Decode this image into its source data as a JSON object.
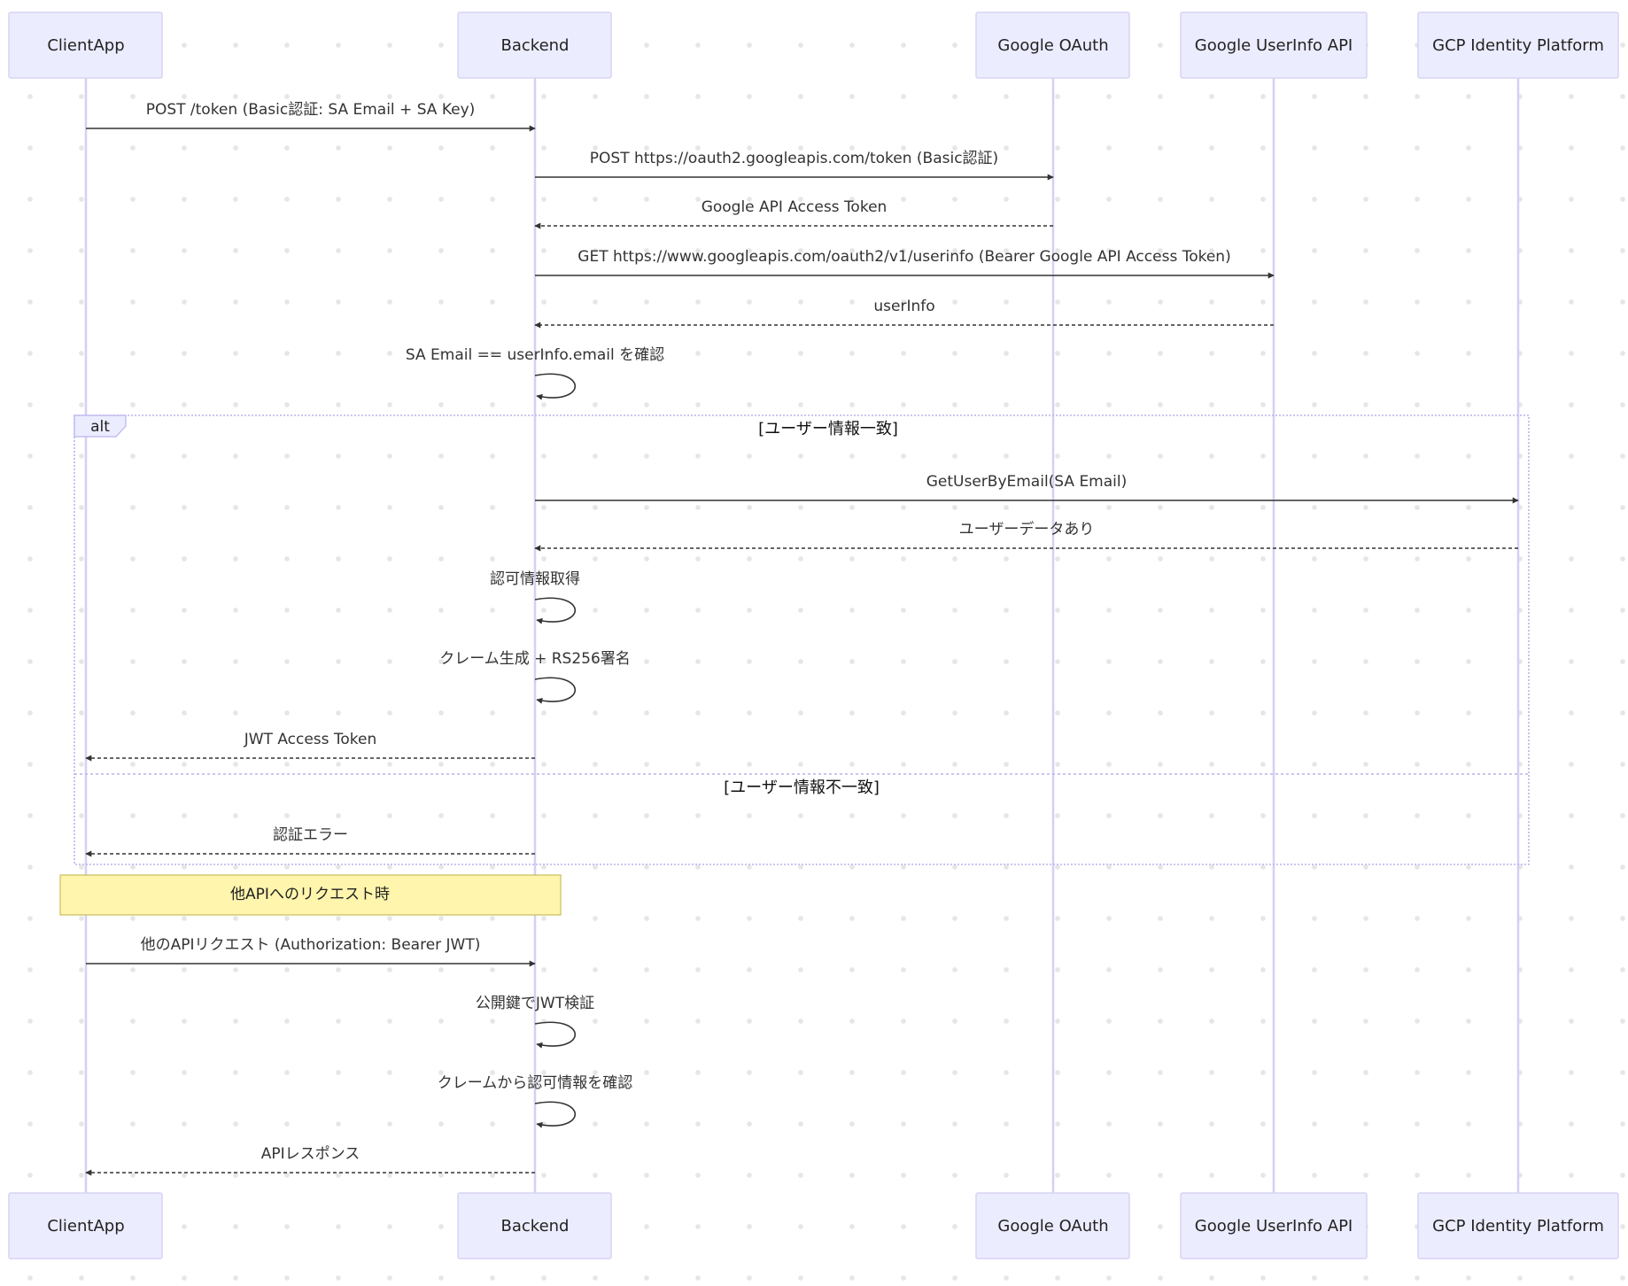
{
  "participants": [
    {
      "id": "client",
      "label": "ClientApp"
    },
    {
      "id": "backend",
      "label": "Backend"
    },
    {
      "id": "oauth",
      "label": "Google OAuth"
    },
    {
      "id": "userinfo",
      "label": "Google UserInfo API"
    },
    {
      "id": "gcp",
      "label": "GCP Identity Platform"
    }
  ],
  "messages": [
    {
      "from": "client",
      "to": "backend",
      "label": "POST /token (Basic認証: SA Email + SA Key)",
      "style": "solid"
    },
    {
      "from": "backend",
      "to": "oauth",
      "label": "POST https://oauth2.googleapis.com/token (Basic認証)",
      "style": "solid"
    },
    {
      "from": "oauth",
      "to": "backend",
      "label": "Google API Access Token",
      "style": "dashed"
    },
    {
      "from": "backend",
      "to": "userinfo",
      "label": "GET https://www.googleapis.com/oauth2/v1/userinfo (Bearer Google API Access Token)",
      "style": "solid"
    },
    {
      "from": "userinfo",
      "to": "backend",
      "label": "userInfo",
      "style": "dashed"
    },
    {
      "from": "backend",
      "to": "backend",
      "label": "SA Email == userInfo.email を確認",
      "style": "self"
    },
    {
      "from": "backend",
      "to": "gcp",
      "label": "GetUserByEmail(SA Email)",
      "style": "solid"
    },
    {
      "from": "gcp",
      "to": "backend",
      "label": "ユーザーデータあり",
      "style": "dashed"
    },
    {
      "from": "backend",
      "to": "backend",
      "label": "認可情報取得",
      "style": "self"
    },
    {
      "from": "backend",
      "to": "backend",
      "label": "クレーム生成 + RS256署名",
      "style": "self"
    },
    {
      "from": "backend",
      "to": "client",
      "label": "JWT Access Token",
      "style": "dashed"
    },
    {
      "from": "backend",
      "to": "client",
      "label": "認証エラー",
      "style": "dashed"
    },
    {
      "from": "client",
      "to": "backend",
      "label": "他のAPIリクエスト (Authorization: Bearer JWT)",
      "style": "solid"
    },
    {
      "from": "backend",
      "to": "backend",
      "label": "公開鍵でJWT検証",
      "style": "self"
    },
    {
      "from": "backend",
      "to": "backend",
      "label": "クレームから認可情報を確認",
      "style": "self"
    },
    {
      "from": "backend",
      "to": "client",
      "label": "APIレスポンス",
      "style": "dashed"
    }
  ],
  "alt_frame": {
    "keyword": "alt",
    "condition_1": "[ユーザー情報一致]",
    "condition_2": "[ユーザー情報不一致]"
  },
  "note": {
    "text": "他APIへのリクエスト時",
    "color": "#fff5ad"
  },
  "colors": {
    "actor_fill": "#ececff",
    "lifeline": "#d5d0f2",
    "arrow": "#333333",
    "frame": "#b9b4ec"
  }
}
